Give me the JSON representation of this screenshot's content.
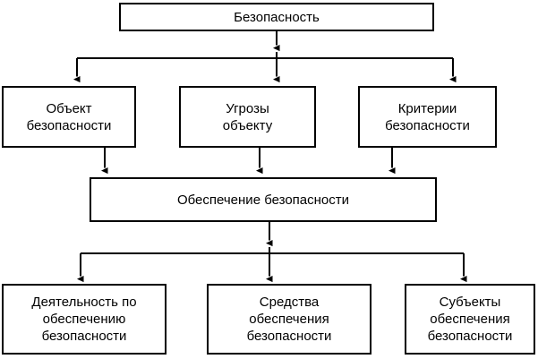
{
  "diagram": {
    "title_node": {
      "id": "bezopasnost",
      "label": "Безопасность"
    },
    "level2": [
      {
        "id": "obekt-bezopasnosti",
        "label": "Объект\nбезопасности"
      },
      {
        "id": "ugrozy-obektu",
        "label": "Угрозы\nобъекту"
      },
      {
        "id": "kriterii-bezopasnosti",
        "label": "Критерии\nбезопасности"
      }
    ],
    "band_node": {
      "id": "obespechenie-bezopasnosti",
      "label": "Обеспечение безопасности"
    },
    "level4": [
      {
        "id": "deyatelnost-po-obespecheniyu-bezopasnosti",
        "label": "Деятельность по\nобеспечению\nбезопасности"
      },
      {
        "id": "sredstva-obespecheniya-bezopasnosti",
        "label": "Средства\nобеспечения\nбезопасности"
      },
      {
        "id": "subekty-obespecheniya-bezopasnosti",
        "label": "Субъекты\nобеспечения\nбезопасности"
      }
    ],
    "colors": {
      "stroke": "#000000",
      "fill": "#ffffff",
      "text": "#000000"
    }
  }
}
